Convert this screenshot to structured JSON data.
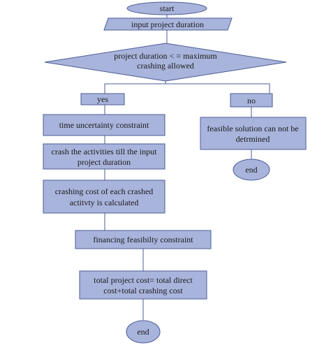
{
  "flowchart": {
    "start": "start",
    "input": "input project duration",
    "decision": {
      "line1": "project duration < = maximum",
      "line2": "crashing allowed"
    },
    "yes": "yes",
    "no": "no",
    "time_uncertainty": "time uncertainty constraint",
    "crash": {
      "line1": "crash the activities till the input",
      "line2": "project duration"
    },
    "crash_cost": {
      "line1": "crashing cost of each crashed",
      "line2": "actitvty is calculated"
    },
    "financing": "financing feasibilty constraint",
    "total_cost": {
      "line1": "total project cost= total direct",
      "line2": "cost+total crashing cost"
    },
    "end_yes": "end",
    "infeasible": {
      "line1": "feasible solution can not be",
      "line2": "detrmined"
    },
    "end_no": "end"
  },
  "colors": {
    "shape_fill": "#a9b4dc",
    "shape_stroke": "#4a5c95",
    "text": "#1a1a1a"
  }
}
